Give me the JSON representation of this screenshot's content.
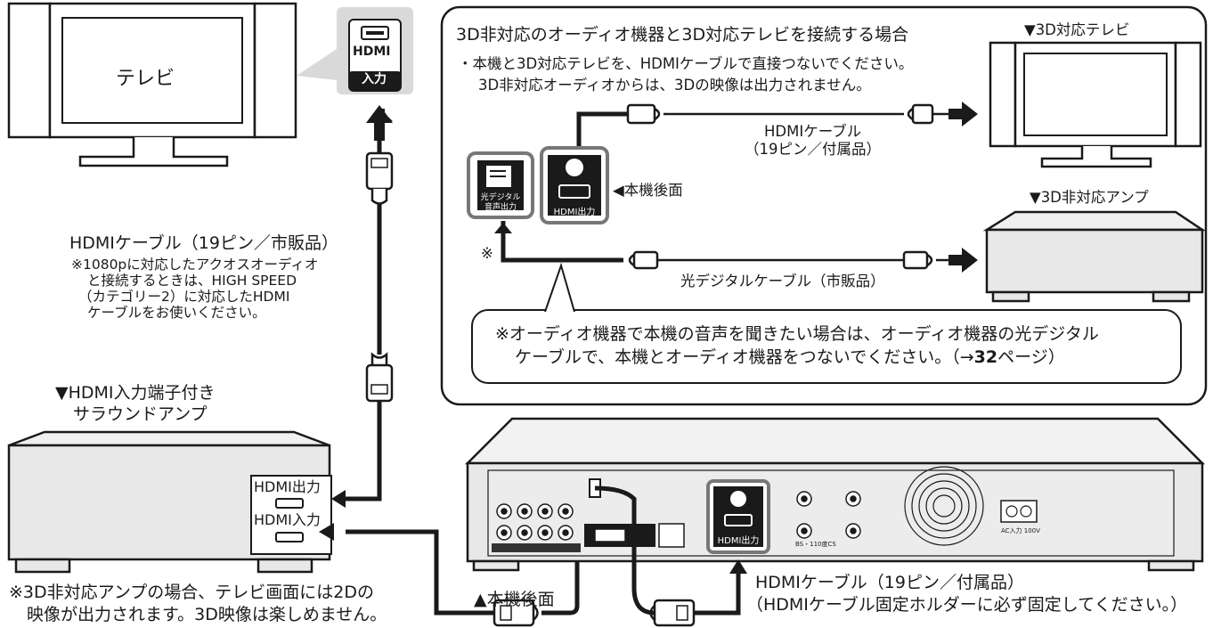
{
  "tv_left": {
    "label": "テレビ"
  },
  "hdmi_input_badge": {
    "line1": "HDMI",
    "line2": "入力"
  },
  "left_cable": {
    "title": "HDMIケーブル（19ピン／市販品）",
    "note_lines": [
      "※1080pに対応したアクオスオーディオ",
      "と接続するときは、HIGH SPEED",
      "（カテゴリー2）に対応したHDMI",
      "ケーブルをお使いください。"
    ]
  },
  "amp_left": {
    "title_line1": "▼HDMI入力端子付き",
    "title_line2": "サラウンドアンプ",
    "port_out": "HDMI出力",
    "port_in": "HDMI入力"
  },
  "bottom_left_note": {
    "line1": "※3D非対応アンプの場合、テレビ画面には2Dの",
    "line2": "映像が出力されます。3D映像は楽しめません。"
  },
  "panel": {
    "title": "3D非対応のオーディオ機器と3D対応テレビを接続する場合",
    "tv_label": "▼3D対応テレビ",
    "bullet_line1": "・本機と3D対応テレビを、HDMIケーブルで直接つないでください。",
    "bullet_line2": "3D非対応オーディオからは、3Dの映像は出力されません。",
    "hdmi_cable_line1": "HDMIケーブル",
    "hdmi_cable_line2": "（19ピン／付属品）",
    "optical_icon_line1": "光デジタル",
    "optical_icon_line2": "音声出力",
    "hdmi_icon_label": "HDMI出力",
    "rear_label": "◀本機後面",
    "amp_label": "▼3D非対応アンプ",
    "asterisk": "※",
    "optical_cable": "光デジタルケーブル（市販品）",
    "callout_line1": "※オーディオ機器で本機の音声を聞きたい場合は、オーディオ機器の光デジタル",
    "callout_line2_a": "ケーブルで、本機とオーディオ機器をつないでください。（→",
    "callout_line2_b": "32",
    "callout_line2_c": "ページ）"
  },
  "recorder": {
    "rear_label": "▲本機後面",
    "hdmi_out_label": "HDMI出力",
    "ac_label": "AC入力 100V",
    "bs_label": "BS・110度CS"
  },
  "bottom_right_cable": {
    "line1": "HDMIケーブル（19ピン／付属品）",
    "line2": "（HDMIケーブル固定ホルダーに必ず固定してください。）"
  },
  "colors": {
    "line": "#1a1a1a",
    "device_fill": "#e8e8e8",
    "badge_bg": "#d9d9d9",
    "port_dark": "#1a1a1a"
  }
}
